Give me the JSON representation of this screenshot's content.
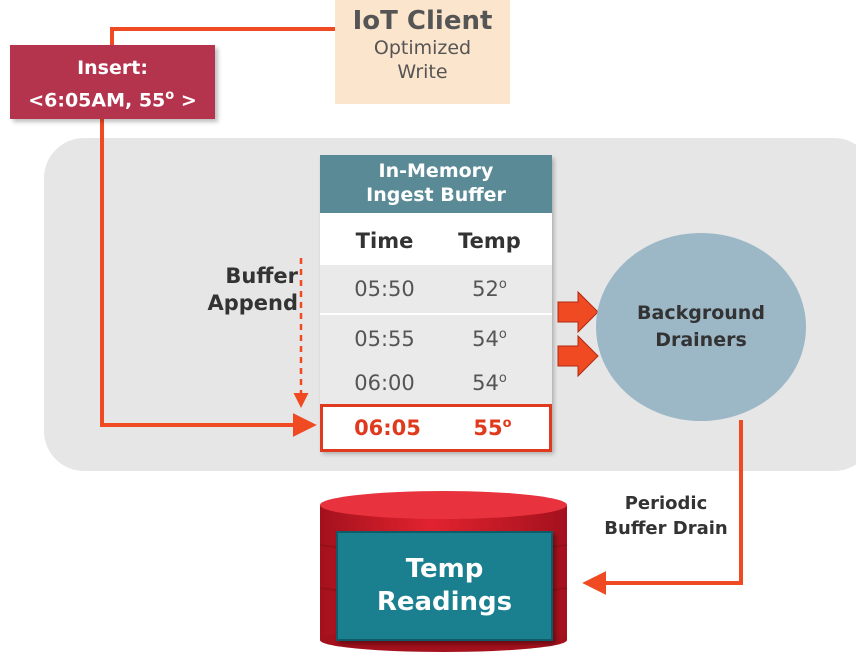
{
  "iot_client": {
    "title": "IoT Client",
    "line1": "Optimized",
    "line2": "Write"
  },
  "insert_box": {
    "line1": "Insert:",
    "line2_prefix": "<6:05AM, 55",
    "line2_sup": "o",
    "line2_suffix": " >"
  },
  "buffer": {
    "title_line1": "In-Memory",
    "title_line2": "Ingest Buffer",
    "columns": [
      "Time",
      "Temp"
    ],
    "rows": [
      {
        "time": "05:50",
        "temp": "52",
        "unit": "o"
      },
      {
        "time": "05:55",
        "temp": "54",
        "unit": "o"
      },
      {
        "time": "06:00",
        "temp": "54",
        "unit": "o"
      },
      {
        "time": "06:05",
        "temp": "55",
        "unit": "o"
      }
    ]
  },
  "append_label": {
    "line1": "Buffer",
    "line2": "Append"
  },
  "drainers": {
    "line1": "Background",
    "line2": "Drainers"
  },
  "drain_label": {
    "line1": "Periodic",
    "line2": "Buffer Drain"
  },
  "database": {
    "line1": "Temp",
    "line2": "Readings"
  },
  "colors": {
    "arrow": "#f04a23",
    "insert_box": "#b4334d",
    "iot_box": "#fce5cd",
    "buffer_header": "#5a8a96",
    "drainers": "#9cb8c7",
    "database_cylinder": "#d81e2c",
    "database_label": "#1a7f8f",
    "highlight_row": "#e03a1e"
  }
}
